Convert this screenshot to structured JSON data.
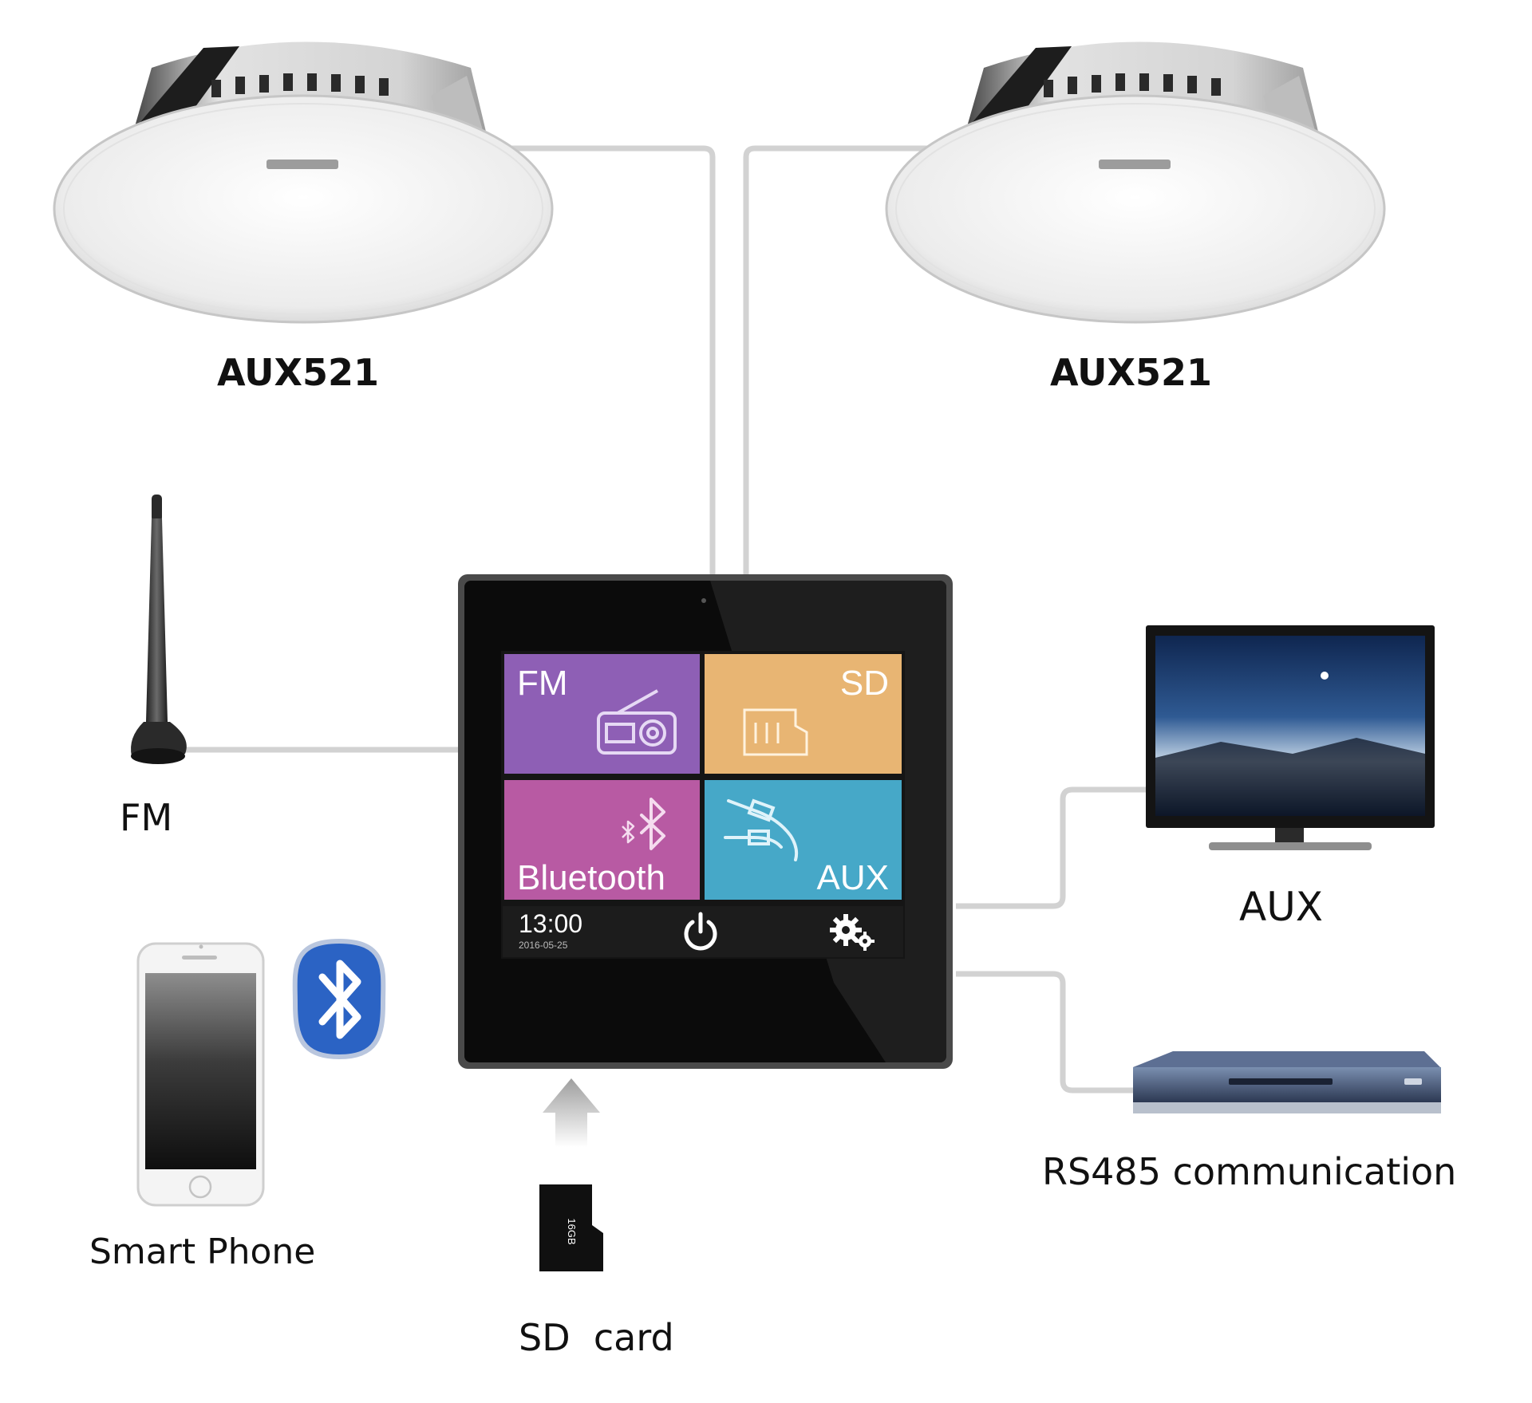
{
  "labels": {
    "speaker_left": "AUX521",
    "speaker_right": "AUX521",
    "fm": "FM",
    "aux": "AUX",
    "smart_phone": "Smart Phone",
    "sd_card": "SD  card",
    "rs485": "RS485 communication"
  },
  "panel": {
    "tiles": [
      {
        "label": "FM",
        "color": "#8e5fb5",
        "icon": "radio-icon"
      },
      {
        "label": "SD",
        "color": "#e8b573",
        "icon": "micro-sd-icon"
      },
      {
        "label": "Bluetooth",
        "color": "#b85aa3",
        "icon": "bluetooth-icon"
      },
      {
        "label": "AUX",
        "color": "#46a8c8",
        "icon": "audio-cable-icon"
      }
    ],
    "time": "13:00",
    "date": "2016-05-25",
    "power_icon": "power-icon",
    "settings_icon": "settings-gear-icon"
  },
  "sd_card_text": "16GB",
  "colors": {
    "connector_line": "#d2d2d2",
    "panel_body": "#0b0b0b",
    "panel_frame": "#4a4a4a",
    "bluetooth_logo": "#2b63c4"
  }
}
